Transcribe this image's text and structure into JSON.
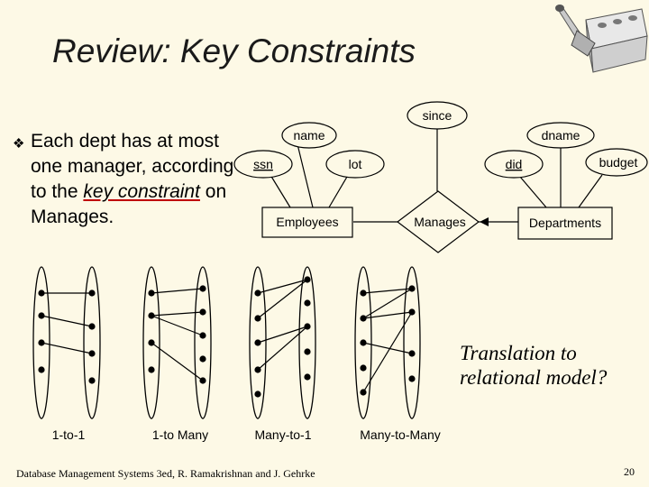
{
  "title": "Review: Key Constraints",
  "bullet": {
    "before": "Each dept has at most one manager, according to the ",
    "highlight": "key constraint",
    "after": " on Manages."
  },
  "er": {
    "attributes": {
      "name": "name",
      "ssn": "ssn",
      "lot": "lot",
      "since": "since",
      "dname": "dname",
      "did": "did",
      "budget": "budget"
    },
    "entities": {
      "employees": "Employees",
      "departments": "Departments"
    },
    "relationship": "Manages"
  },
  "mappings": {
    "one_to_one": "1-to-1",
    "one_to_many": "1-to Many",
    "many_to_one": "Many-to-1",
    "many_to_many": "Many-to-Many"
  },
  "translation": [
    "Translation to",
    "relational model?"
  ],
  "footer": "Database Management Systems 3ed,  R. Ramakrishnan and J. Gehrke",
  "page_number": "20",
  "logo_text": ""
}
